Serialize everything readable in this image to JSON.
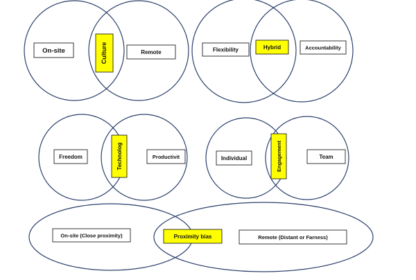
{
  "diagrams": [
    {
      "left": "On-site",
      "overlap": "Culture",
      "right": "Remote"
    },
    {
      "left": "Flexibility",
      "overlap": "Hybrid",
      "right": "Accountability"
    },
    {
      "left": "Freedom",
      "overlap": "Technolog",
      "right": "Productivit"
    },
    {
      "left": "Individual",
      "overlap": "Engagement",
      "right": "Team"
    },
    {
      "left": "On-site (Close proximity)",
      "overlap": "Proximity bias",
      "right": "Remote (Distant or Farness)"
    }
  ],
  "colors": {
    "highlight": "#ffff00",
    "circle_stroke": "#2b3f6b"
  }
}
